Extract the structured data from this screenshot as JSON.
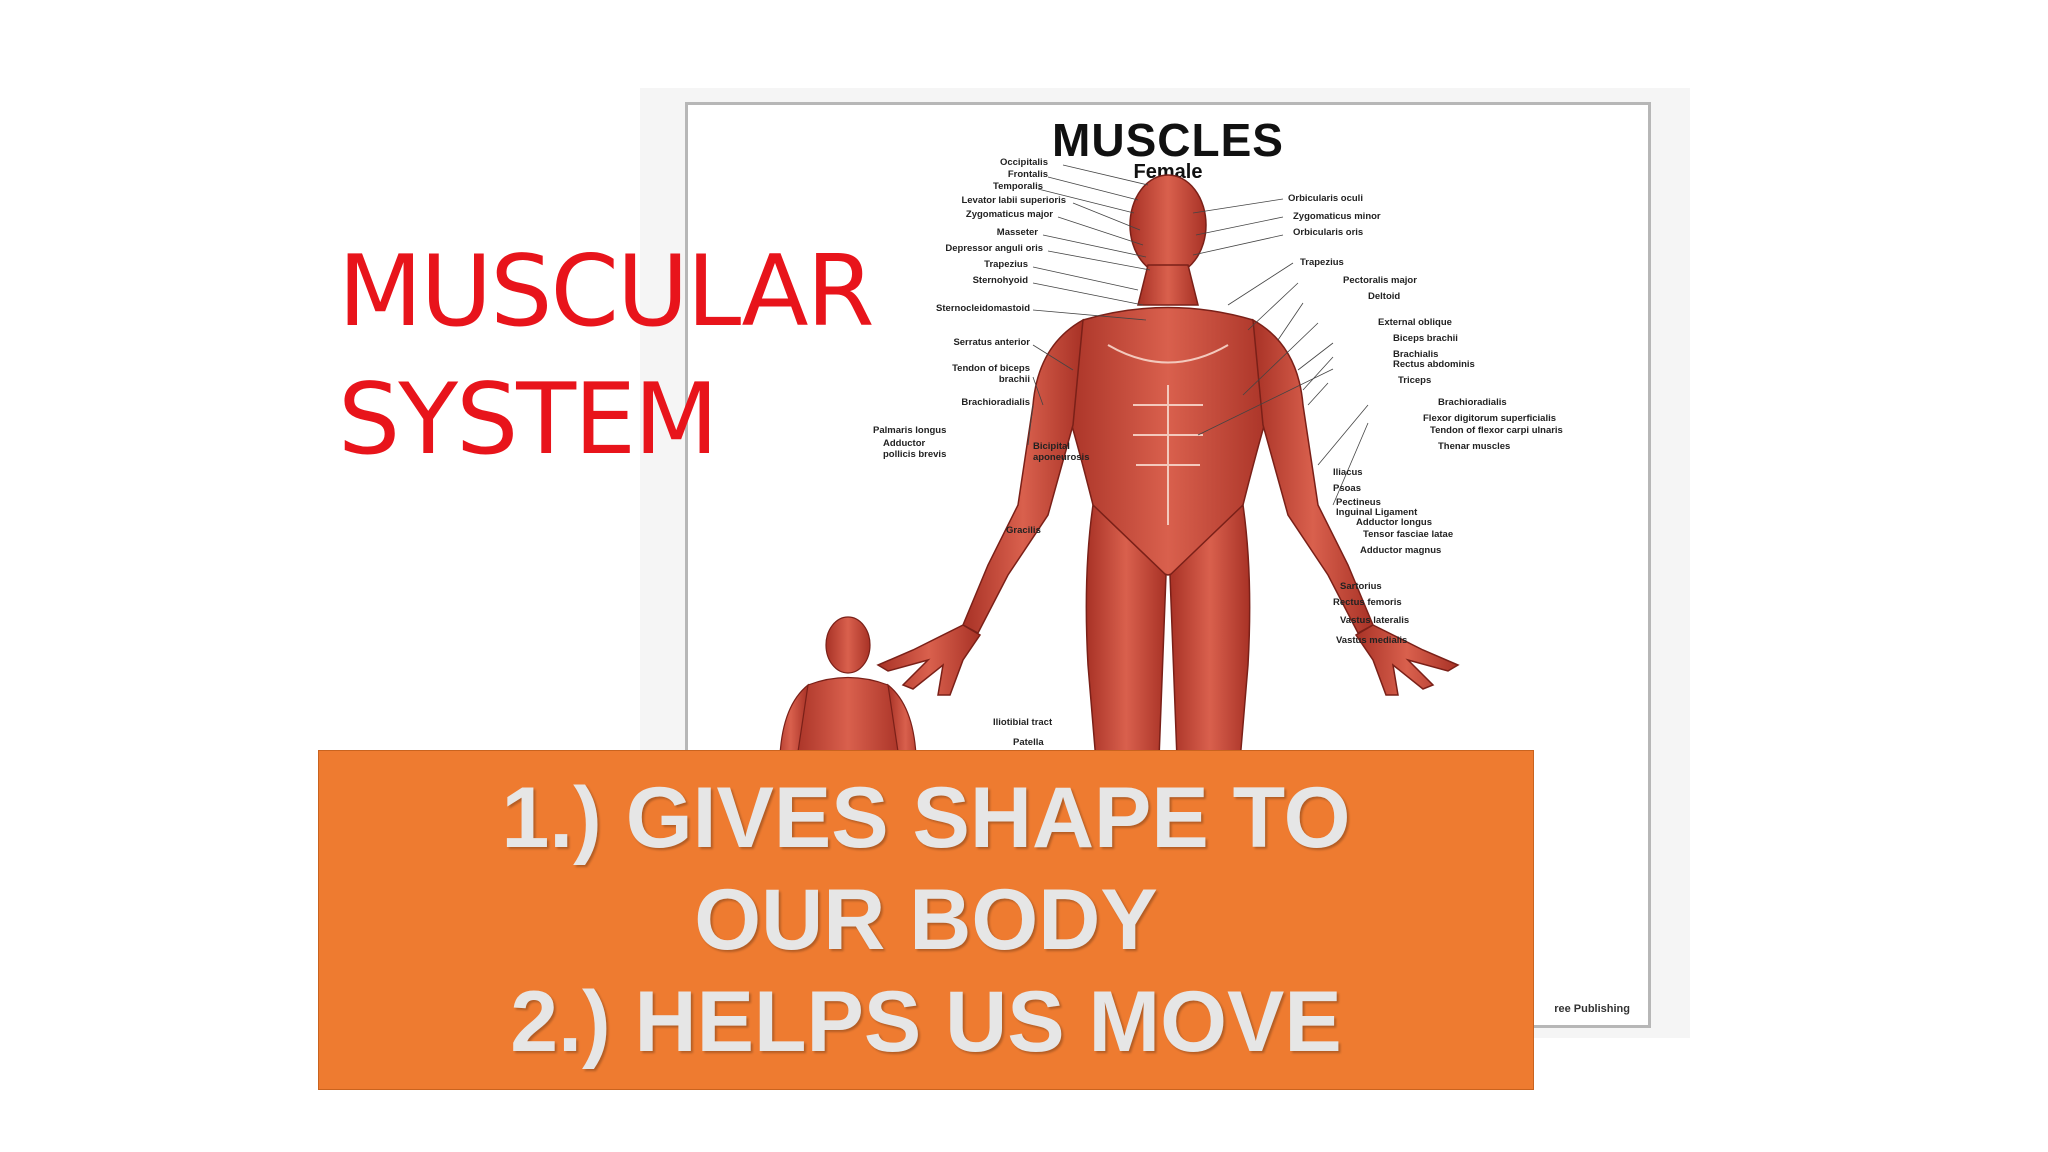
{
  "slide": {
    "title_lines": [
      "MUSCULAR",
      "SYSTEM"
    ],
    "title_color": "#e8141b",
    "callout": {
      "lines": [
        "1.) GIVES SHAPE TO",
        "OUR BODY",
        "2.) HELPS US MOVE"
      ],
      "background": "#ee7b30",
      "text_color": "#e6e6e6"
    }
  },
  "poster": {
    "title": "MUSCLES",
    "subtitle": "Female",
    "muscle_color": "#c9483a",
    "left_labels": [
      "Occipitalis",
      "Frontalis",
      "Temporalis",
      "Levator labii superioris",
      "Zygomaticus major",
      "Masseter",
      "Depressor anguli oris",
      "Trapezius",
      "Sternohyoid",
      "Sternocleidomastoid",
      "Serratus anterior",
      "Tendon of biceps brachii",
      "Brachioradialis",
      "Palmaris longus",
      "Adductor pollicis brevis",
      "Bicipital aponeurosis",
      "Gracilis",
      "Iliotibial tract",
      "Patella"
    ],
    "right_labels": [
      "Orbicularis oculi",
      "Zygomaticus minor",
      "Orbicularis oris",
      "Trapezius",
      "Pectoralis major",
      "Deltoid",
      "External oblique",
      "Biceps brachii",
      "Brachialis",
      "Rectus abdominis",
      "Triceps",
      "Brachioradialis",
      "Flexor digitorum superficialis",
      "Tendon of flexor carpi ulnaris",
      "Thenar muscles",
      "Iliacus",
      "Psoas",
      "Pectineus",
      "Inguinal Ligament",
      "Adductor longus",
      "Tensor fasciae latae",
      "Adductor magnus",
      "Sartorius",
      "Rectus femoris",
      "Vastus lateralis",
      "Vastus medialis"
    ],
    "publisher": "ree Publishing"
  }
}
